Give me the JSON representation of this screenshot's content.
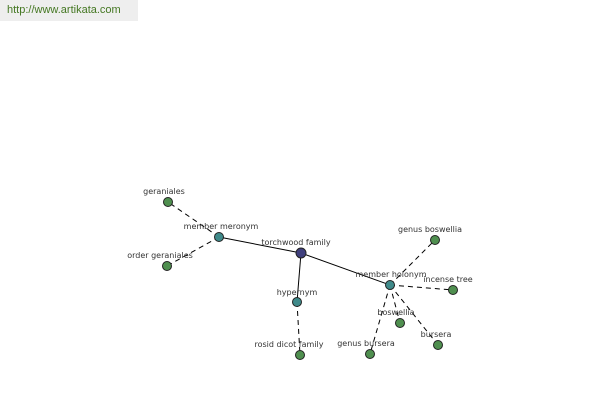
{
  "site": {
    "url_text": "http://www.artikata.com"
  },
  "colors": {
    "center": "#3f3f7d",
    "relation": "#3f8a8a",
    "leaf": "#4f8f4f",
    "link": "#447722"
  },
  "graph": {
    "center": {
      "id": "torchwood",
      "label": "torchwood family"
    },
    "relations": [
      {
        "id": "member-meronym",
        "label": "member meronym"
      },
      {
        "id": "member-holonym",
        "label": "member holonym"
      },
      {
        "id": "hypernym",
        "label": "hypernym"
      }
    ],
    "leaves": [
      {
        "id": "geraniales",
        "label": "geraniales",
        "parent": "member-meronym"
      },
      {
        "id": "order-geraniales",
        "label": "order geraniales",
        "parent": "member-meronym"
      },
      {
        "id": "genus-boswellia",
        "label": "genus boswellia",
        "parent": "member-holonym"
      },
      {
        "id": "incense-tree",
        "label": "incense tree",
        "parent": "member-holonym"
      },
      {
        "id": "boswellia",
        "label": "boswellia",
        "parent": "member-holonym"
      },
      {
        "id": "bursera",
        "label": "bursera",
        "parent": "member-holonym"
      },
      {
        "id": "genus-bursera",
        "label": "genus bursera",
        "parent": "member-holonym"
      },
      {
        "id": "rosid-dicot-family",
        "label": "rosid dicot family",
        "parent": "hypernym"
      }
    ]
  }
}
